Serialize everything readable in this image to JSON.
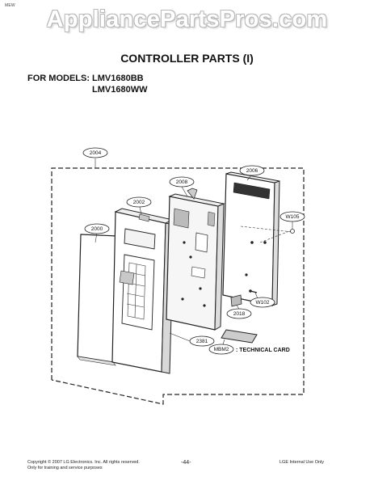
{
  "header": {
    "corner_tag": "MEW",
    "watermark": "AppliancePartsPros.com"
  },
  "main": {
    "title": "CONTROLLER PARTS (I)",
    "models_label": "FOR MODELS:",
    "models": [
      "LMV1680BB",
      "LMV1680WW"
    ]
  },
  "diagram": {
    "part_labels": [
      "2004",
      "2008",
      "2006",
      "2002",
      "W105",
      "2000",
      "W102",
      "2018",
      "2381",
      "MBM2"
    ],
    "technical_card_label": ": TECHNICAL CARD"
  },
  "footer": {
    "copyright": "Copyright © 2007 LG Electronics. Inc. All rights reserved.",
    "usage": "Only for training and service purposes",
    "page_number": "-44-",
    "internal": "LGE Internal Use Only"
  }
}
